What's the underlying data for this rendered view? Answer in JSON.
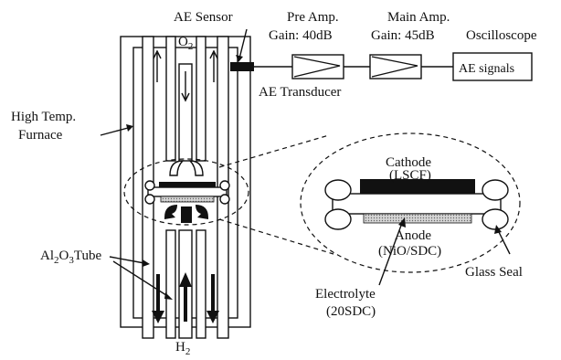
{
  "labels": {
    "ae_sensor": "AE Sensor",
    "o2": "O",
    "o2_sub": "2",
    "pre_amp": "Pre Amp.",
    "pre_gain": "Gain: 40dB",
    "main_amp": "Main Amp.",
    "main_gain": "Gain: 45dB",
    "oscilloscope": "Oscilloscope",
    "ae_signals": "AE signals",
    "ae_transducer": "AE Transducer",
    "furnace_line1": "High Temp.",
    "furnace_line2": "Furnace",
    "cathode": "Cathode",
    "cathode_material": "(LSCF)",
    "anode": "Anode",
    "anode_material": "(NiO/SDC)",
    "glass_seal": "Glass Seal",
    "electrolyte": "Electrolyte",
    "electrolyte_material": "(20SDC)",
    "tube_al": "Al",
    "tube_sub2": "2",
    "tube_o": "O",
    "tube_sub3": "3",
    "tube_word": "Tube",
    "h2": "H",
    "h2_sub": "2"
  },
  "colors": {
    "line": "#111111",
    "anode_fill": "#bdbdbd",
    "cathode_fill": "#111111"
  }
}
